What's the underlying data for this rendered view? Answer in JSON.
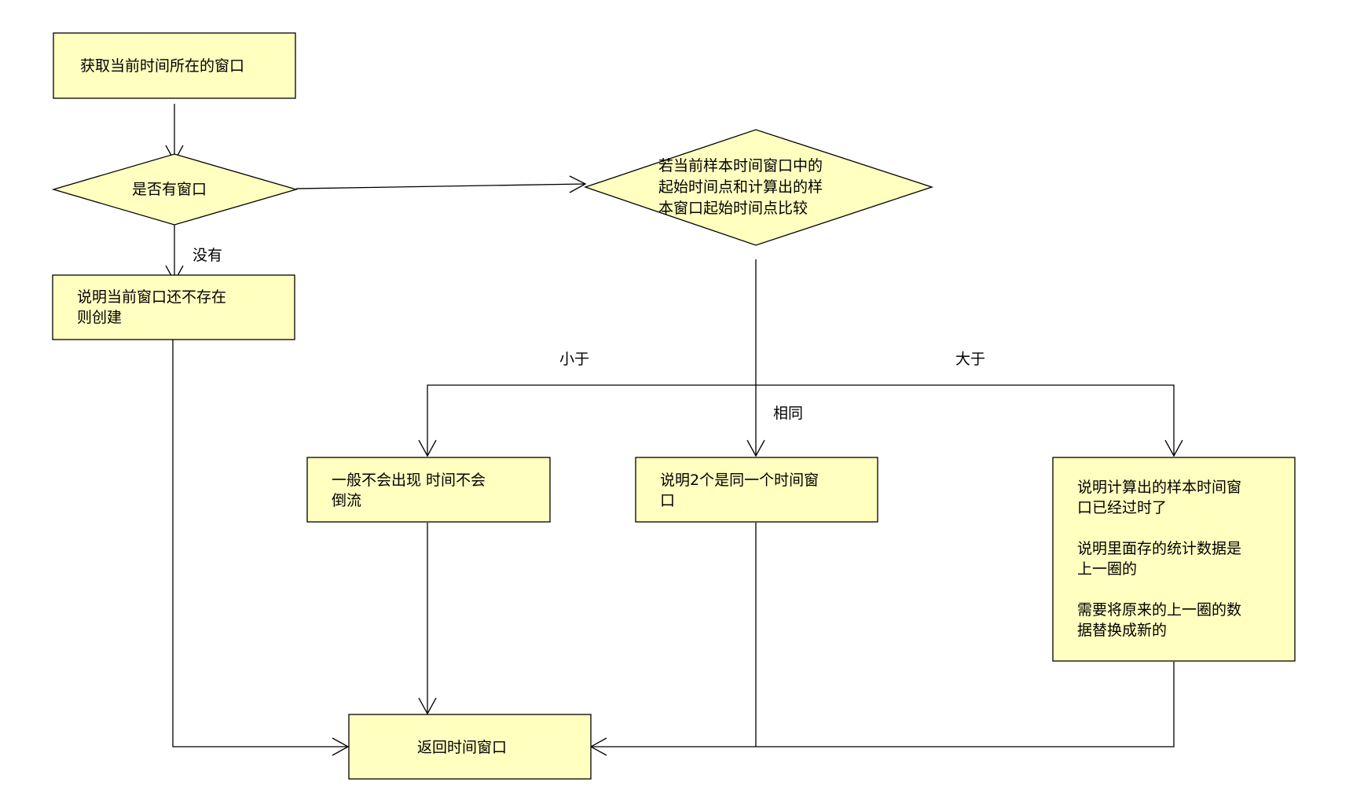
{
  "colors": {
    "node_fill": "#ffffc0",
    "line": "#000000",
    "background": "#ffffff"
  },
  "nodes": {
    "get_window": {
      "lines": [
        "获取当前时间所在的窗口"
      ]
    },
    "has_window": {
      "lines": [
        "是否有窗口"
      ]
    },
    "compare": {
      "lines": [
        "若当前样本时间窗口中的",
        "起始时间点和计算出的样",
        "本窗口起始时间点比较"
      ]
    },
    "create_window": {
      "lines": [
        "说明当前窗口还不存在",
        "则创建"
      ]
    },
    "less_case": {
      "lines": [
        "一般不会出现 时间不会",
        "倒流"
      ]
    },
    "same_case": {
      "lines": [
        "说明2个是同一个时间窗",
        "口"
      ]
    },
    "greater_case": {
      "lines": [
        "说明计算出的样本时间窗",
        "口已经过时了",
        "",
        "说明里面存的统计数据是",
        "上一圈的",
        "",
        "需要将原来的上一圈的数",
        "据替换成新的"
      ]
    },
    "return_window": {
      "lines": [
        "返回时间窗口"
      ]
    }
  },
  "edge_labels": {
    "no": "没有",
    "less": "小于",
    "greater": "大于",
    "same": "相同"
  }
}
